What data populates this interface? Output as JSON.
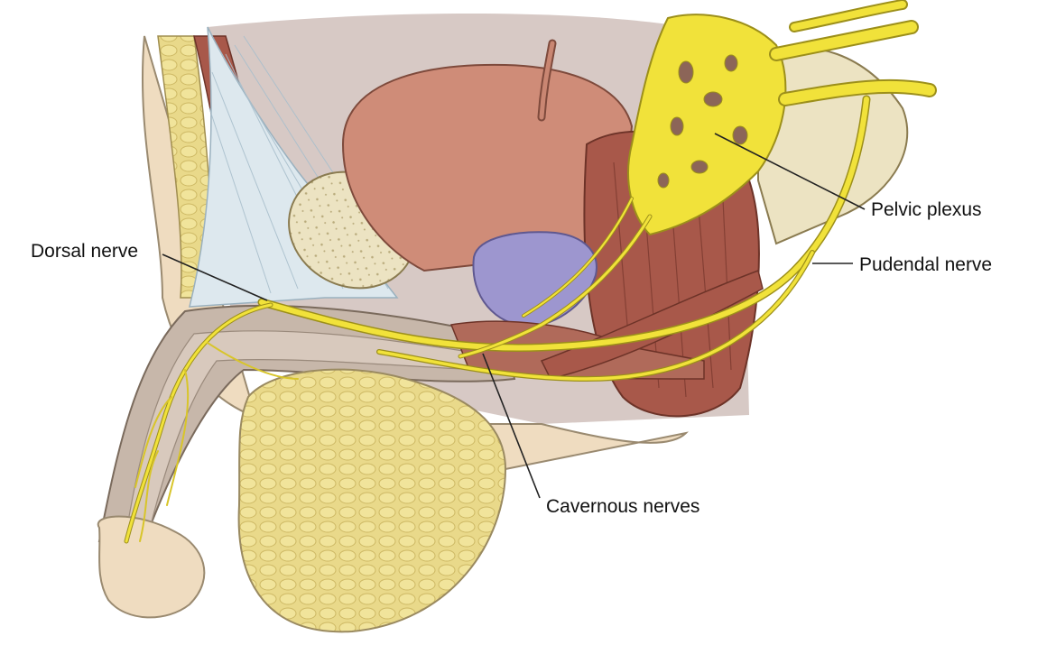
{
  "labels": {
    "dorsal_nerve": "Dorsal nerve",
    "pelvic_plexus": "Pelvic plexus",
    "pudendal_nerve": "Pudendal nerve",
    "cavernous_nerves": "Cavernous nerves"
  },
  "colors": {
    "nerve": "#f1e23a",
    "nerve_outline": "#9c8f1a",
    "bladder": "#cf8c78",
    "prostate": "#9d96cf",
    "muscle": "#a8584a",
    "fat": "#e9d98a",
    "skin": "#efdcc0",
    "pubic_bone": "#ece3c2",
    "ligament": "#dde8ee",
    "corpus": "#c7b7aa",
    "leader_line": "#222222"
  }
}
